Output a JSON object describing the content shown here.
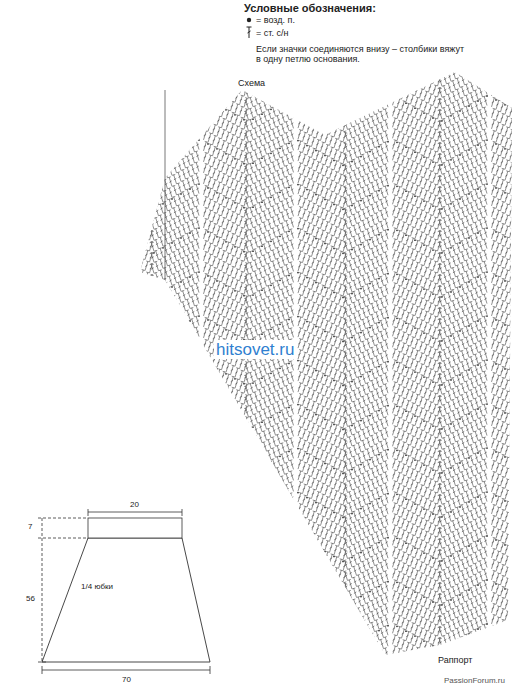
{
  "diagram": {
    "nodes": [
      {
        "text": [
          "1/4 юбки"
        ]
      }
    ],
    "labels": [
      "Условные обозначения:",
      "Если значки соединяются внизу – столбики вяжут в одну петлю основания.",
      "Схема",
      "hitsovet.ru",
      "Раппорт",
      "PassionForum.ru",
      "20",
      "7",
      "56",
      "70"
    ],
    "legend": [
      {
        "text": "= возд. п."
      },
      {
        "text": "= ст. с/н"
      }
    ]
  }
}
